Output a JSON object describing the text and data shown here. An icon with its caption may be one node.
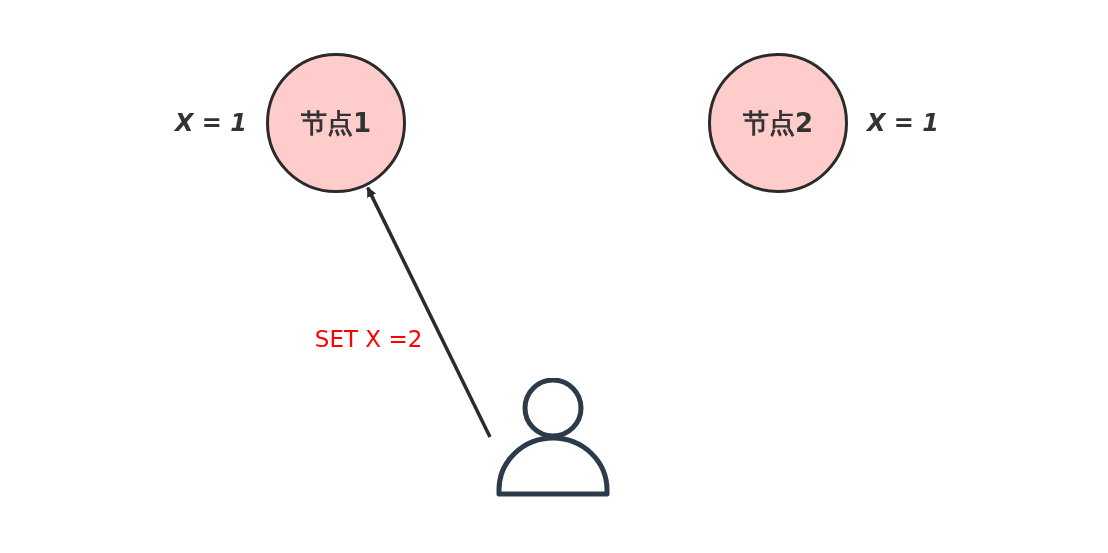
{
  "diagram": {
    "nodes": [
      {
        "text": [
          "节点1"
        ],
        "beside": [
          "X = 1"
        ]
      },
      {
        "text": [
          "节点2"
        ],
        "beside": [
          "X = 1"
        ]
      },
      {
        "text": [],
        "shape": "person"
      }
    ],
    "edges": [
      {
        "from": 2,
        "to": 0,
        "arrow": "to",
        "label": "SET X =2"
      }
    ]
  }
}
